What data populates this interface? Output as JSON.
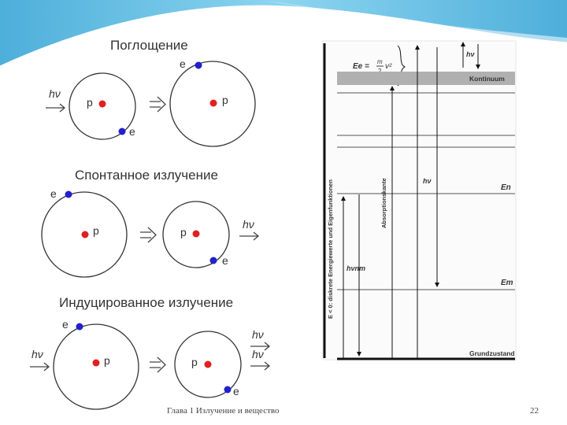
{
  "absorption": {
    "title": "Поглощение",
    "photon_in": "hν",
    "proton": "p",
    "electron": "e"
  },
  "spontaneous": {
    "title": "Спонтанное излучение",
    "photon_out": "hν",
    "proton": "p",
    "electron": "e"
  },
  "induced": {
    "title": "Индуцированное излучение",
    "photon_in": "hν",
    "photon_out_1": "hν",
    "photon_out_2": "hν",
    "proton": "p",
    "electron": "e"
  },
  "energy_diagram": {
    "y_axis_label_prefix": "E < 0: diskrete Energiewerte und Eigenfunktionen",
    "kinetic_energy_lhs": "Ee =",
    "kinetic_energy_frac_num": "m",
    "kinetic_energy_frac_den": "2",
    "kinetic_energy_v": "v²",
    "continuum_label": "Kontinuum",
    "absorption_edge_label": "Absorptionskante",
    "hv_top": "hν",
    "hv_mid": "hν",
    "hv_nm": "hνnm",
    "level_n": "En",
    "level_m": "Em",
    "ground_state": "Grundzustand"
  },
  "footer": {
    "chapter": "Глава 1 Излучение и вещество",
    "page": "22"
  },
  "colors": {
    "proton": "#e02020",
    "electron": "#2020cc",
    "header_wave": "#4fb8e0",
    "continuum_band": "#b0b0b0"
  }
}
